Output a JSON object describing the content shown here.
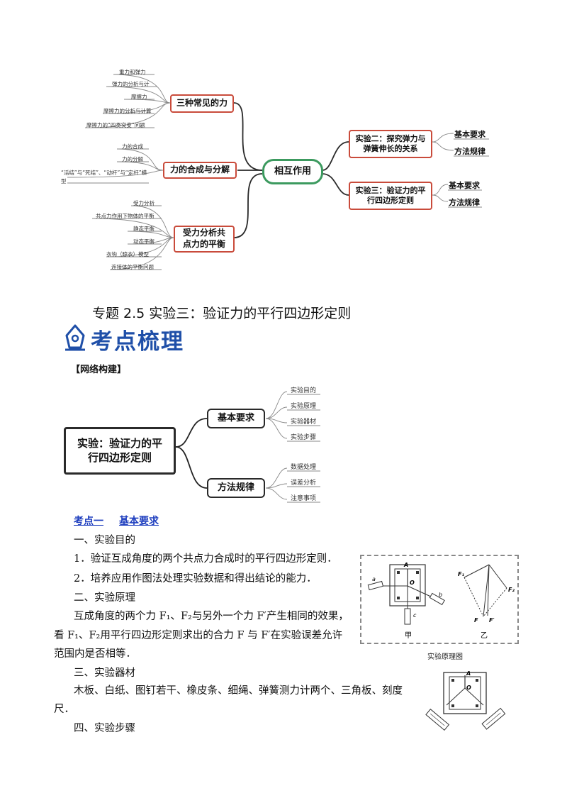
{
  "top_map": {
    "center": "相互作用",
    "left_branches": [
      {
        "label": "三种常见的力",
        "items": [
          "重力和弹力",
          "弹力的分析与计",
          "摩擦力",
          "摩擦力的分析与计算",
          "摩擦力的“四类突变”问题"
        ]
      },
      {
        "label": "力的合成与分解",
        "items": [
          "力的合成",
          "力的分解",
          "“活结”与“死结”、“动杆”与“定杆”模型"
        ]
      },
      {
        "label": "受力分析共点力的平衡",
        "items": [
          "受力分析",
          "共点力作用下物体的平衡",
          "静态平衡",
          "动态平衡",
          "衣钩（晾衣）模型",
          "连接体的平衡问题"
        ]
      }
    ],
    "right_branches": [
      {
        "label": "实验二：探究弹力与弹簧伸长的关系",
        "items": [
          "基本要求",
          "方法规律"
        ]
      },
      {
        "label": "实验三：验证力的平行四边形定则",
        "items": [
          "基本要求",
          "方法规律"
        ]
      }
    ]
  },
  "section_title": "专题 2.5  实验三：验证力的平行四边形定则",
  "kaodian_title": "考点梳理",
  "network_label": "【网络构建】",
  "network_map": {
    "root": "实验：验证力的平行四边形定则",
    "branches": [
      {
        "label": "基本要求",
        "items": [
          "实验目的",
          "实验原理",
          "实验器材",
          "实验步骤"
        ]
      },
      {
        "label": "方法规律",
        "items": [
          "数据处理",
          "误差分析",
          "注意事项"
        ]
      }
    ]
  },
  "kaodian1": {
    "label": "考点一",
    "title": "基本要求"
  },
  "content": {
    "h1": "一、实验目的",
    "p1": "1．验证互成角度的两个共点力合成时的平行四边形定则．",
    "p2": "2．培养应用作图法处理实验数据和得出结论的能力．",
    "h2": "二、实验原理",
    "p3a": "互成角度的两个力 F₁、F₂与另外一个力 F′产生相同的效果，",
    "p3b": "看 F₁、F₂用平行四边形定则求出的合力 F 与 F′在实验误差允许",
    "p3c": "范围内是否相等．",
    "h3": "三、实验器材",
    "p4a": "木板、白纸、图钉若干、橡皮条、细绳、弹簧测力计两个、三角板、刻度",
    "p4b": "尺．",
    "h4": "四、实验步骤"
  },
  "figure1": {
    "caption": "实验原理图",
    "sub_left": "甲",
    "sub_right": "乙",
    "labels": {
      "A": "A",
      "O": "O",
      "a": "a",
      "b": "b",
      "c": "c",
      "F1": "F₁",
      "F2": "F₂",
      "F": "F",
      "Fp": "F′"
    }
  },
  "figure2": {
    "labels": {
      "A": "A",
      "O": "O"
    }
  },
  "colors": {
    "accent_blue": "#1f4fa8",
    "link_blue": "#1f3fbf",
    "branch_red": "#c94b3b",
    "center_green": "#3c9a5f"
  }
}
